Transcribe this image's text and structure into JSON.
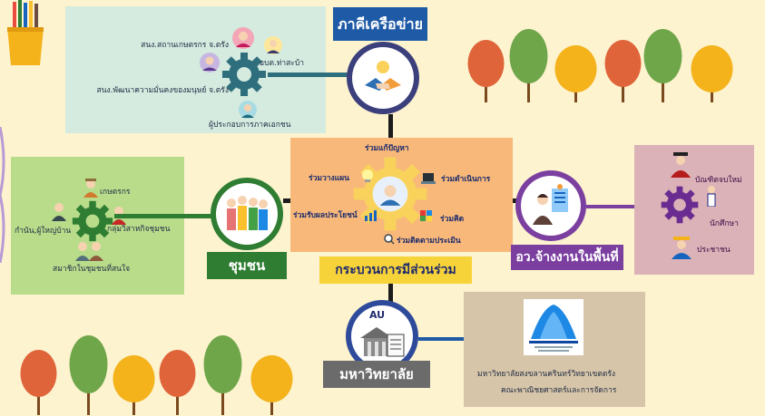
{
  "network": {
    "title": "ภาคีเครือข่าย",
    "members": [
      "สนง.สถานเกษตรกร จ.ตรัง",
      "อบต.ท่าสะบ้า",
      "สนง.พัฒนาความมั่นคงของมนุษย์ จ.ตรัง",
      "ผู้ประกอบการภาคเอกชน"
    ]
  },
  "community": {
    "title": "ชุมชน",
    "members": [
      "เกษตรกร",
      "กำนัน,ผู้ใหญ่บ้าน",
      "กลุ่มวิสาหกิจชุมชน",
      "สมาชิกในชุมชนที่สนใจ"
    ]
  },
  "process": {
    "title": "กระบวนการมีส่วนร่วม",
    "steps": [
      "ร่วมแก้ปัญหา",
      "ร่วมวางแผน",
      "ร่วมดำเนินการ",
      "ร่วมรับผลประโยชน์",
      "ร่วมคิด",
      "ร่วมติดตามประเมิน"
    ]
  },
  "employment": {
    "title": "อว.จ้างงานในพื้นที่",
    "members": [
      "บัณฑิตจบใหม่",
      "นักศึกษา",
      "ประชาชน"
    ]
  },
  "university": {
    "title": "มหาวิทยาลัย",
    "logo_text": "AU",
    "caption_line1": "มหาวิทยาลัยสงขลานครินทร์วิทยาเขตตรัง",
    "caption_line2": "คณะพาณิชยศาสตร์และการจัดการ"
  },
  "colors": {
    "background": "#fdf3cf",
    "network_panel": "#d5ebdf",
    "community_panel": "#b9dc8b",
    "process_panel": "#f8b87a",
    "employment_panel": "#dbb2b7",
    "university_panel": "#d6c5a8",
    "blue_title": "#1f5aa6",
    "green_title": "#2f8a3f",
    "purple_title": "#7b3fa0",
    "yellow_title": "#f7d33a",
    "gray_title": "#6b6b6b",
    "gear_teal": "#2f6f7d",
    "gear_purple": "#6a2c91"
  }
}
